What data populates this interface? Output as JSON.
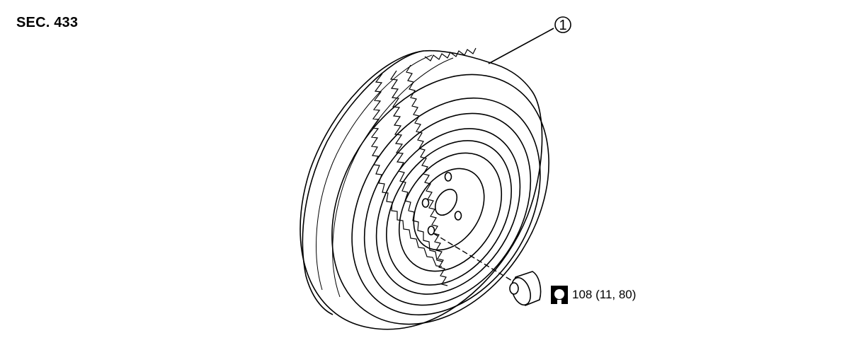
{
  "section": "SEC. 433",
  "callouts": [
    {
      "number": "1"
    }
  ],
  "torque": {
    "icon": "torque-wrench-icon",
    "value": "108 (11, 80)"
  },
  "colors": {
    "line": "#000000",
    "background": "#ffffff"
  }
}
